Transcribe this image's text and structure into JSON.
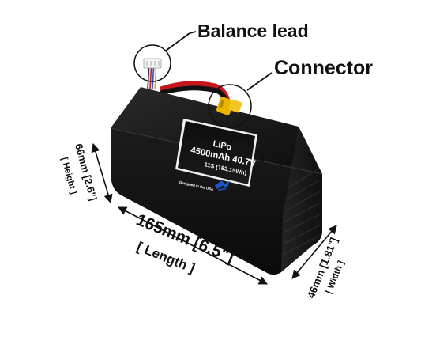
{
  "callouts": {
    "balance_lead": "Balance lead",
    "connector": "Connector"
  },
  "label": {
    "chemistry": "LiPo",
    "capacity_voltage": "4500mAh 40.7V",
    "cell_energy": "11S (183.15Wh)",
    "designed_in": "Designed in the USA"
  },
  "dimensions": {
    "height": "66mm [2.6\"]",
    "height_name": "[ Height ]",
    "length": "165mm [6.5\"]",
    "length_name": "[ Length ]",
    "width": "46mm [1.81\"]",
    "width_name": "[ Width ]"
  },
  "colors": {
    "battery_body": "#141414",
    "battery_side": "#1e1e1e",
    "wire_red": "#c8151b",
    "connector_yellow": "#e8b400",
    "label_accent": "#1e56c8"
  }
}
